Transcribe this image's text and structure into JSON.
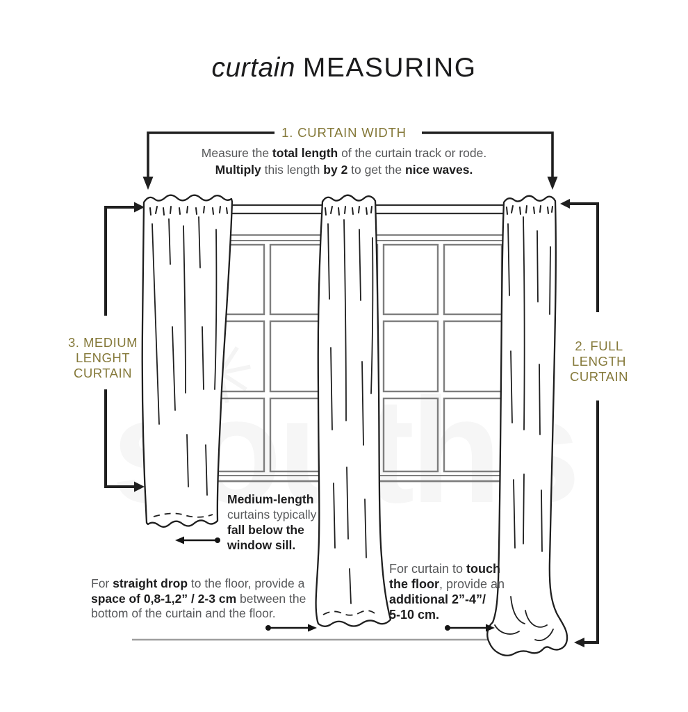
{
  "title": {
    "word_italic": "curtain",
    "word_caps": "MEASURING"
  },
  "colors": {
    "accent_gold": "#85793a",
    "text_dark": "#1d1d1e",
    "text_gray": "#57585a",
    "line_dark": "#1f1f1f",
    "window_gray": "#7e7e7e",
    "floor_gray": "#9e9e9e"
  },
  "width_section": {
    "label": "1. CURTAIN WIDTH",
    "desc_line1": [
      {
        "t": "Measure the ",
        "b": false
      },
      {
        "t": "total length",
        "b": true
      },
      {
        "t": " of the curtain track or rode.",
        "b": false
      }
    ],
    "desc_line2": [
      {
        "t": "Multiply",
        "b": true
      },
      {
        "t": " this length ",
        "b": false
      },
      {
        "t": "by 2",
        "b": true
      },
      {
        "t": " to get the ",
        "b": false
      },
      {
        "t": "nice waves.",
        "b": true
      }
    ]
  },
  "medium_label": {
    "line1": "3. MEDIUM",
    "line2": "LENGHT",
    "line3": "CURTAIN"
  },
  "full_label": {
    "line1": "2. FULL",
    "line2": "LENGTH",
    "line3": "CURTAIN"
  },
  "medium_note": {
    "line1": [
      {
        "t": "Medium-length",
        "b": true
      }
    ],
    "line2": [
      {
        "t": "curtains typically",
        "b": false
      }
    ],
    "line3": [
      {
        "t": "fall below the",
        "b": true
      }
    ],
    "line4": [
      {
        "t": "window sill.",
        "b": true
      }
    ]
  },
  "straight_drop_note": {
    "line1": [
      {
        "t": "For ",
        "b": false
      },
      {
        "t": "straight drop",
        "b": true
      },
      {
        "t": " to the floor, provide a",
        "b": false
      }
    ],
    "line2": [
      {
        "t": "space of 0,8-1,2” / 2-3 cm",
        "b": true
      },
      {
        "t": " between the",
        "b": false
      }
    ],
    "line3": [
      {
        "t": "bottom of the curtain and the floor.",
        "b": false
      }
    ]
  },
  "touch_floor_note": {
    "line1": [
      {
        "t": "For curtain to ",
        "b": false
      },
      {
        "t": "touch",
        "b": true
      }
    ],
    "line2": [
      {
        "t": "the floor",
        "b": true
      },
      {
        "t": ", provide an",
        "b": false
      }
    ],
    "line3": [
      {
        "t": "additional 2”-4”/",
        "b": true
      }
    ],
    "line4": [
      {
        "t": "5-10 cm.",
        "b": true
      }
    ]
  },
  "watermark": {
    "text": "souths",
    "star": "✳"
  }
}
